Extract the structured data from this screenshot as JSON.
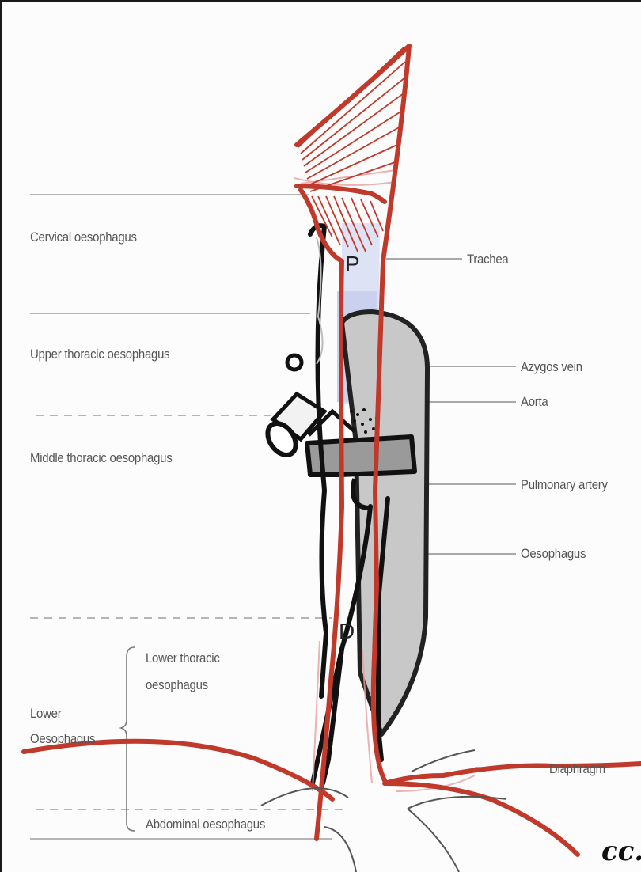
{
  "regions": {
    "cervical": "Cervical oesophagus",
    "upper_thoracic": "Upper thoracic oesophagus",
    "middle_thoracic": "Middle thoracic oesophagus",
    "lower_thoracic_line1": "Lower thoracic",
    "lower_thoracic_line2": "oesophagus",
    "lower_line1": "Lower",
    "lower_line2": "Oesophagus",
    "abdominal": "Abdominal oesophagus"
  },
  "structures": {
    "trachea": "Trachea",
    "azygos_vein": "Azygos vein",
    "aorta": "Aorta",
    "pulmonary_artery": "Pulmonary artery",
    "oesophagus": "Oesophagus",
    "diaphragm": "Diaphragm"
  },
  "markers": {
    "proximal": "P",
    "distal": "D"
  },
  "signature": "cc."
}
